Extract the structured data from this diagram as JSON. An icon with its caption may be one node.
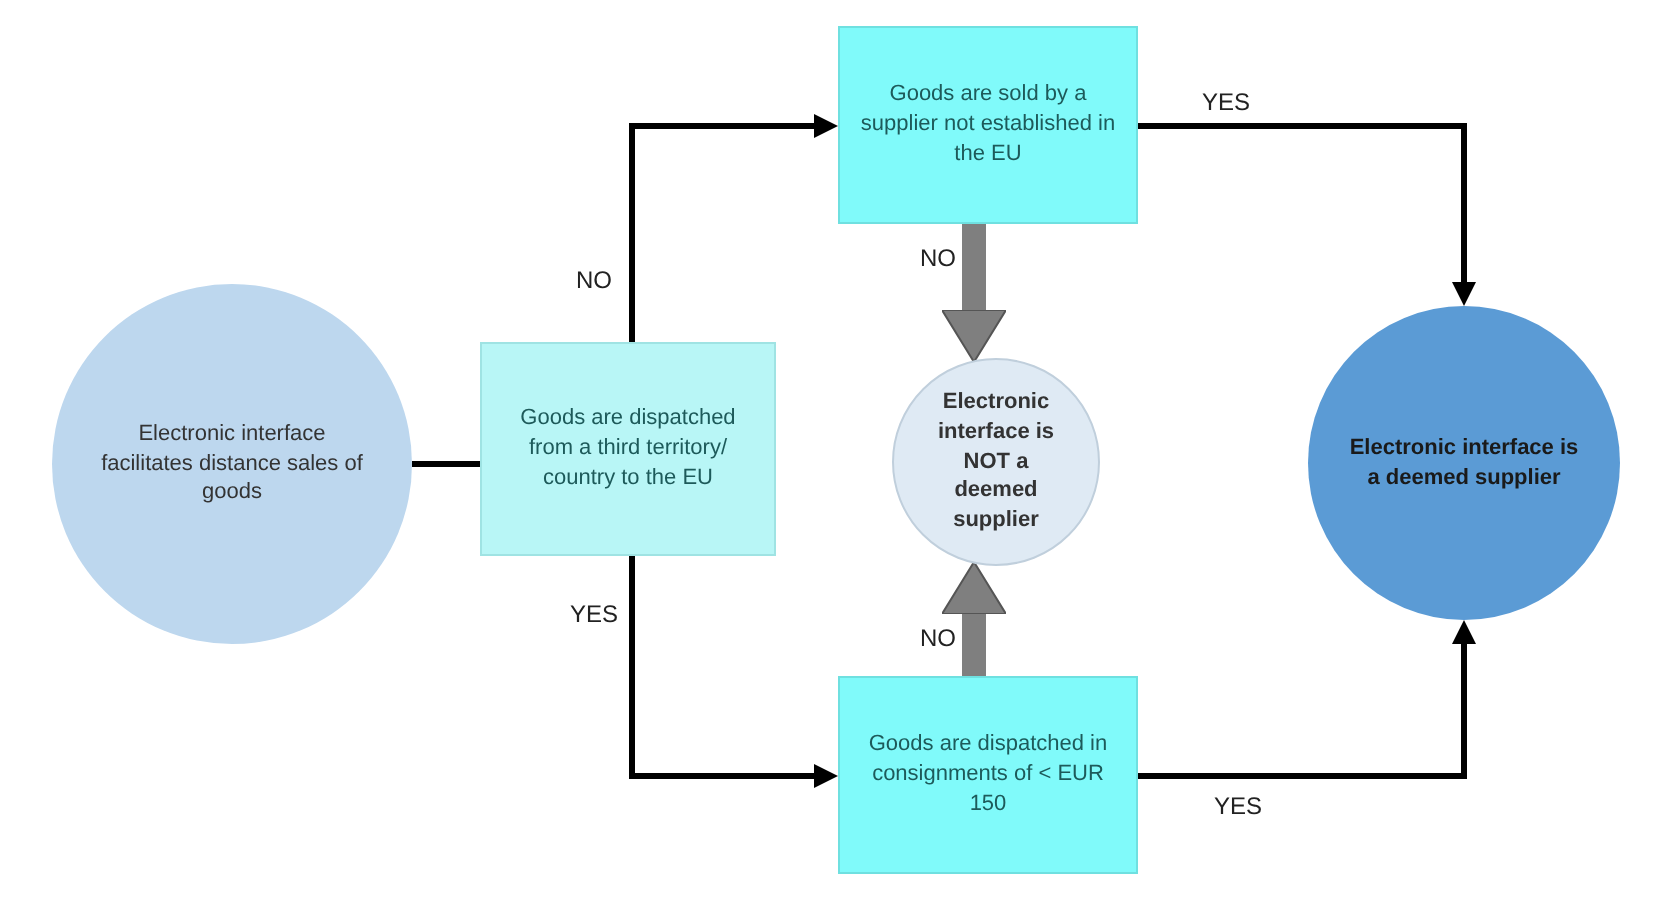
{
  "diagram": {
    "nodes": [
      {
        "text": [
          "Electronic interface facilitates distance sales of goods"
        ]
      },
      {
        "text": [
          "Goods are dispatched from a third territory/ country to the EU"
        ]
      },
      {
        "text": [
          "Goods are sold by a supplier not established in the EU"
        ]
      },
      {
        "text": [
          "Electronic interface is NOT a deemed supplier"
        ]
      },
      {
        "text": [
          "Goods are dispatched in consignments of < EUR 150"
        ]
      },
      {
        "text": [
          "Electronic interface is a deemed supplier"
        ]
      }
    ],
    "edges": [
      {
        "from": 0,
        "to": 1,
        "arrow": "none"
      },
      {
        "from": 1,
        "to": 2,
        "arrow": "to",
        "label": "NO"
      },
      {
        "from": 1,
        "to": 4,
        "arrow": "to",
        "label": "YES"
      },
      {
        "from": 2,
        "to": 3,
        "arrow": "to",
        "label": "NO",
        "style": "thick",
        "color": "#7f7f7f"
      },
      {
        "from": 4,
        "to": 3,
        "arrow": "to",
        "label": "NO",
        "style": "thick",
        "color": "#7f7f7f"
      },
      {
        "from": 2,
        "to": 5,
        "arrow": "to",
        "label": "YES"
      },
      {
        "from": 4,
        "to": 5,
        "arrow": "to",
        "label": "YES"
      }
    ]
  }
}
